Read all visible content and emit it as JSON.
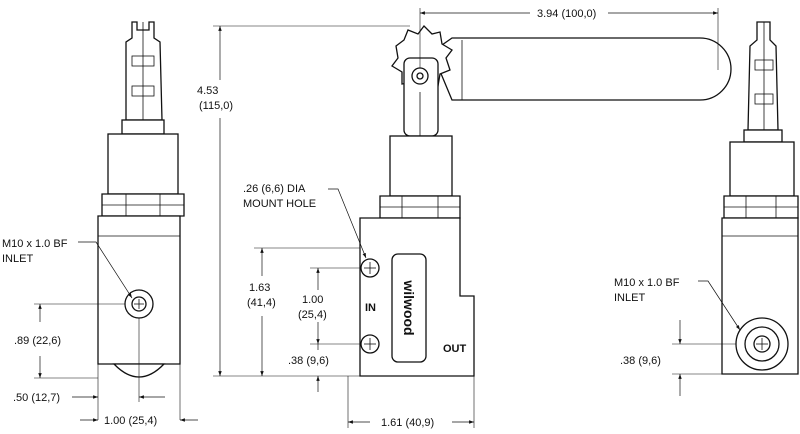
{
  "callouts": {
    "left_inlet_line1": "M10 x 1.0 BF",
    "left_inlet_line2": "INLET",
    "right_inlet_line1": "M10 x 1.0 BF",
    "right_inlet_line2": "INLET",
    "mount_hole_line1": ".26 (6,6) DIA",
    "mount_hole_line2": "MOUNT HOLE"
  },
  "dimensions": {
    "handle_reach": "3.94 (100,0)",
    "overall_height_in": "4.53",
    "overall_height_mm": "(115,0)",
    "hole_spacing_top_in": "1.63",
    "hole_spacing_top_mm": "(41,4)",
    "hole_spacing_in": "1.00",
    "hole_spacing_mm": "(25,4)",
    "center_bottom": ".38 (9,6)",
    "inlet_height": ".89 (22,6)",
    "inlet_offset": ".50 (12,7)",
    "body_width": "1.00 (25,4)",
    "body_depth": "1.61 (40,9)",
    "right_center_bottom": ".38 (9,6)"
  },
  "port_labels": {
    "in": "IN",
    "out": "OUT"
  },
  "logo_text": "wilwood"
}
